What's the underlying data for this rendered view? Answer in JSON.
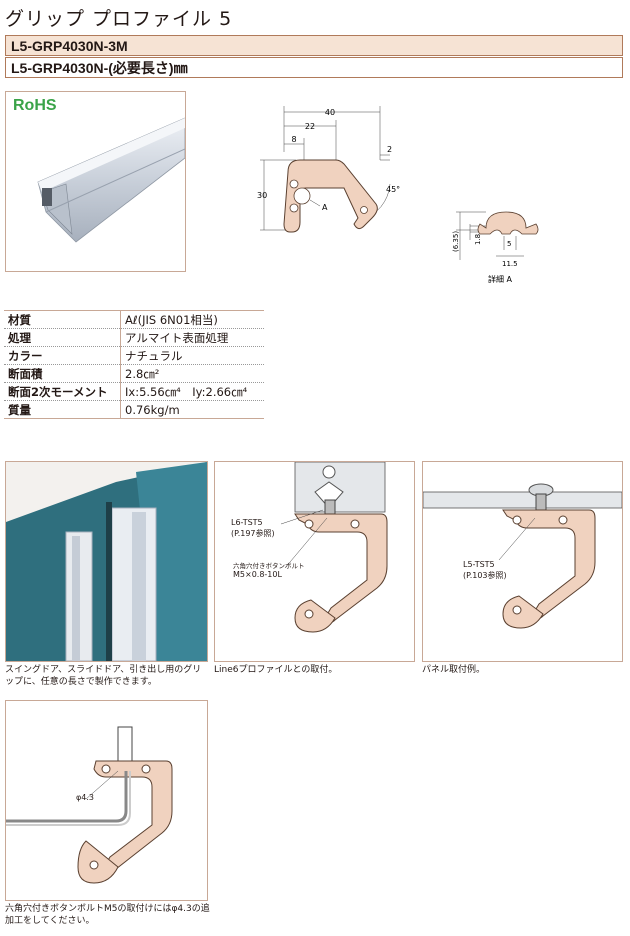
{
  "title": "グリップ プロファイル 5",
  "part_numbers": [
    "L5-GRP4030N-3M",
    "L5-GRP4030N-(必要長さ)㎜"
  ],
  "rohs_label": "RoHS",
  "drawing": {
    "dim_40": "40",
    "dim_22": "22",
    "dim_8": "8",
    "dim_2": "2",
    "dim_30": "30",
    "dim_45": "45°",
    "label_a": "A",
    "detail_1_8": "1.8",
    "detail_5": "5",
    "detail_11_5": "11.5",
    "detail_6_35": "(6.35)",
    "detail_caption": "詳細 A"
  },
  "specs": [
    {
      "key": "材質",
      "value": "Aℓ(JIS 6N01相当)"
    },
    {
      "key": "処理",
      "value": "アルマイト表面処理"
    },
    {
      "key": "カラー",
      "value": "ナチュラル"
    },
    {
      "key": "断面積",
      "value": "2.8㎝²"
    },
    {
      "key": "断面2次モーメント",
      "value": "Ix:5.56㎝⁴　Iy:2.66㎝⁴"
    },
    {
      "key": "質量",
      "value": "0.76kg/m"
    }
  ],
  "photo_caption": "スイングドア、スライドドア、引き出し用のグリップに、任意の長さで製作できます。",
  "diagram2": {
    "label_l6": "L6-TST5",
    "label_l6_ref": "(P.197参照)",
    "label_bolt": "六角穴付きボタンボルト",
    "label_bolt_size": "M5×0.8-10L",
    "caption": "Line6プロファイルとの取付。"
  },
  "diagram3": {
    "label_l5": "L5-TST5",
    "label_l5_ref": "(P.103参照)",
    "caption": "パネル取付例。"
  },
  "diagram4": {
    "label_phi": "φ4.3",
    "caption": "六角穴付きボタンボルトM5の取付けにはφ4.3の追加工をしてください。"
  },
  "colors": {
    "accent": "#f6e3d4",
    "border": "#b07a5a",
    "profile": "#f0d2bf",
    "rohs_green": "#3aa348"
  }
}
